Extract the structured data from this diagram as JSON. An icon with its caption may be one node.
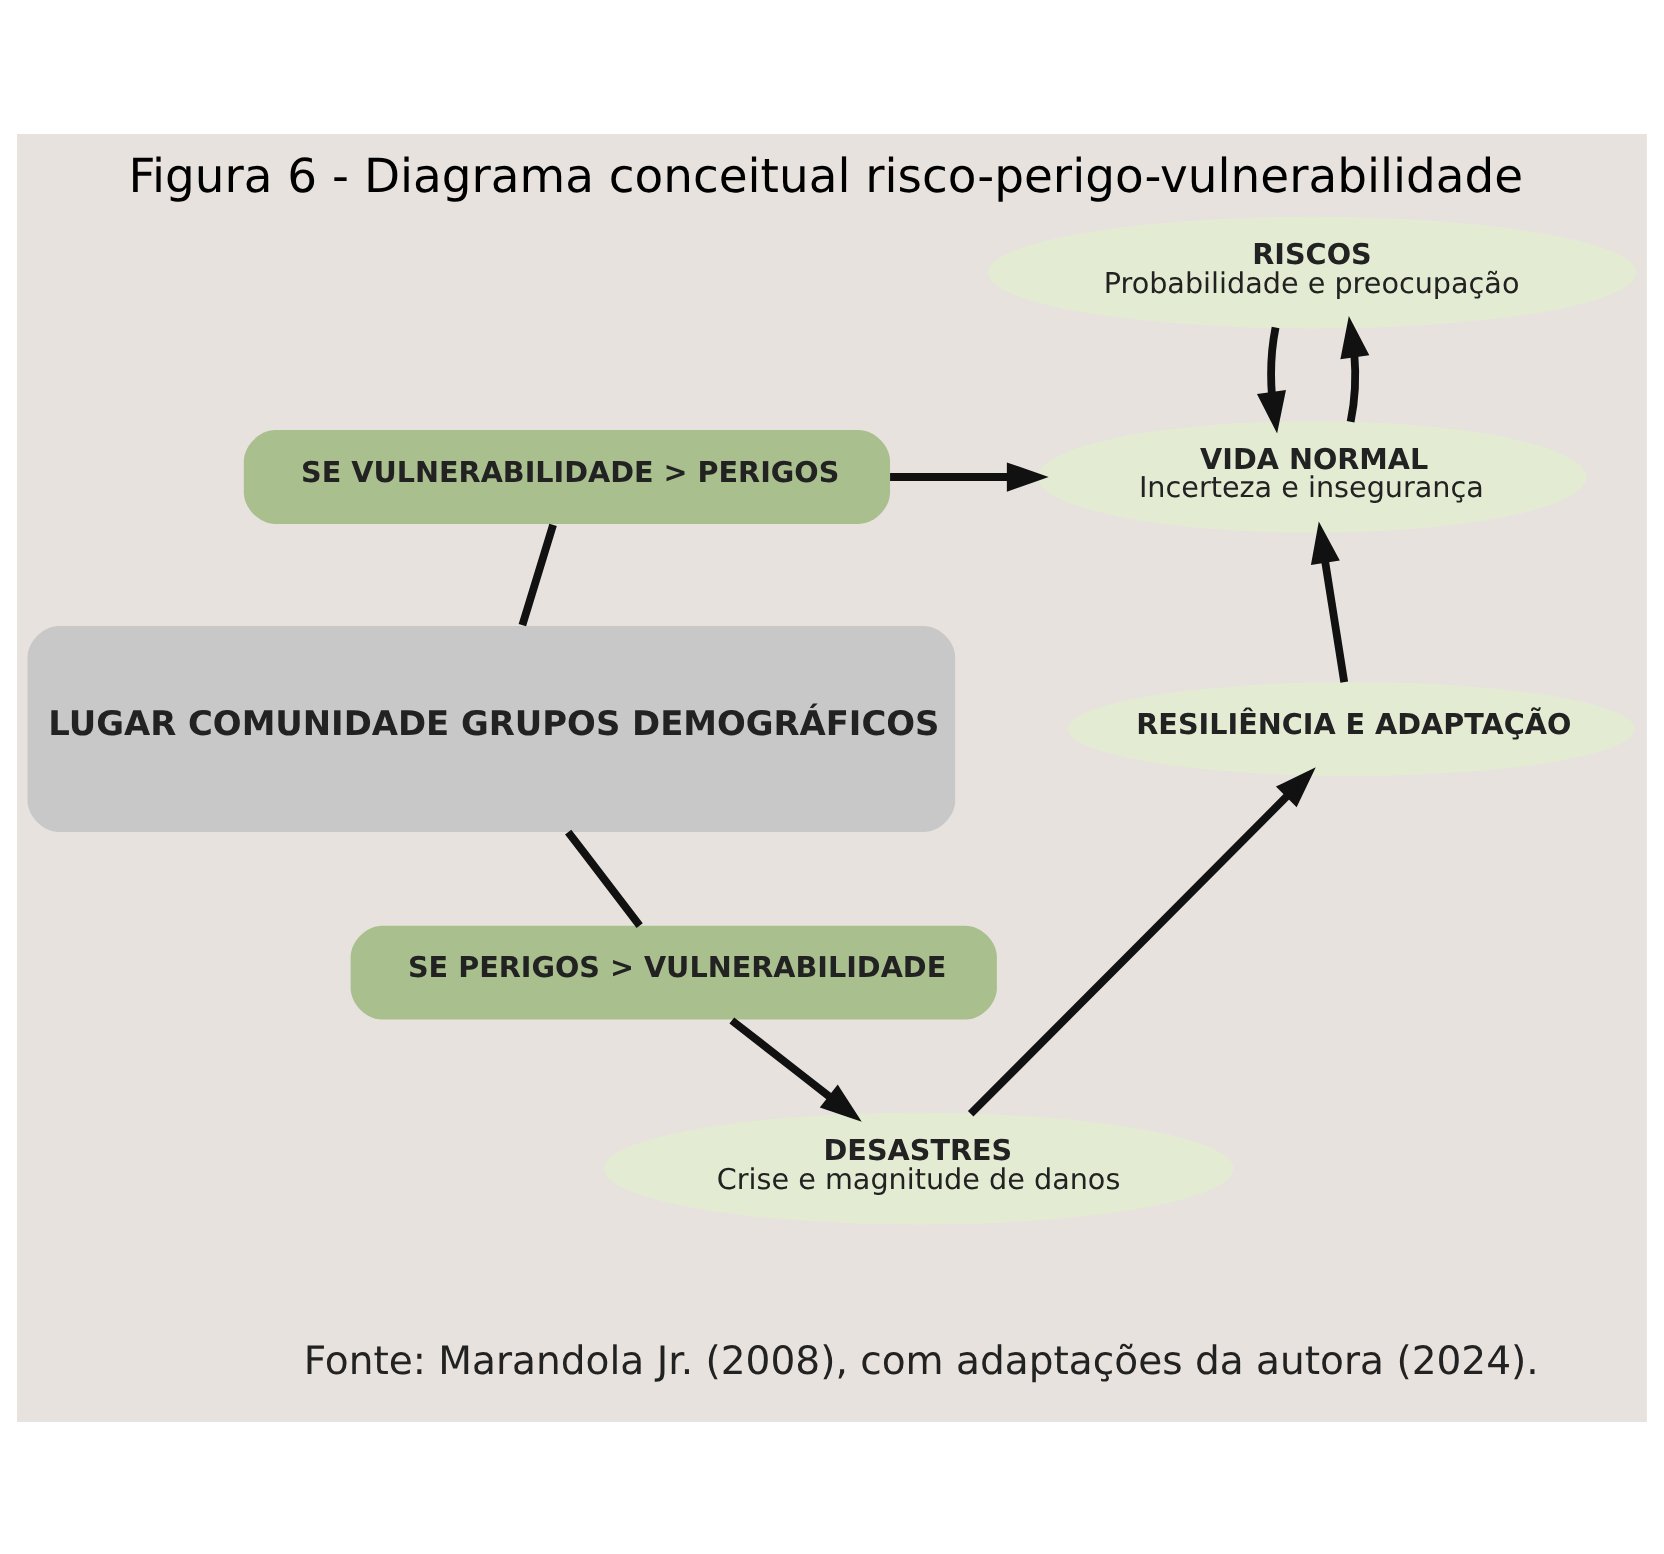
{
  "diagram": {
    "title": "Figura 6 - Diagrama conceitual risco-perigo-vulnerabilidade",
    "caption": "Fonte: Marandola Jr. (2008), com adaptações da autora (2024).",
    "nodes": [
      {
        "text": [
          "RISCOS",
          "Probabilidade e preocupação"
        ]
      },
      {
        "text": [
          "SE VULNERABILIDADE > PERIGOS"
        ]
      },
      {
        "text": [
          "VIDA NORMAL",
          "Incerteza e insegurança"
        ]
      },
      {
        "text": [
          "LUGAR COMUNIDADE GRUPOS DEMOGRÁFICOS"
        ]
      },
      {
        "text": [
          "RESILIÊNCIA E ADAPTAÇÃO"
        ]
      },
      {
        "text": [
          "SE PERIGOS > VULNERABILIDADE"
        ]
      },
      {
        "text": [
          "DESASTRES",
          "Crise e magnitude de danos"
        ]
      }
    ],
    "edges": [
      {
        "from": 0,
        "to": 2,
        "arrow": "to"
      },
      {
        "from": 2,
        "to": 0,
        "arrow": "to"
      },
      {
        "from": 1,
        "to": 2,
        "arrow": "to"
      },
      {
        "from": 1,
        "to": 3,
        "arrow": "none"
      },
      {
        "from": 3,
        "to": 5,
        "arrow": "none"
      },
      {
        "from": 5,
        "to": 6,
        "arrow": "to"
      },
      {
        "from": 6,
        "to": 4,
        "arrow": "to"
      },
      {
        "from": 4,
        "to": 2,
        "arrow": "to"
      }
    ]
  }
}
